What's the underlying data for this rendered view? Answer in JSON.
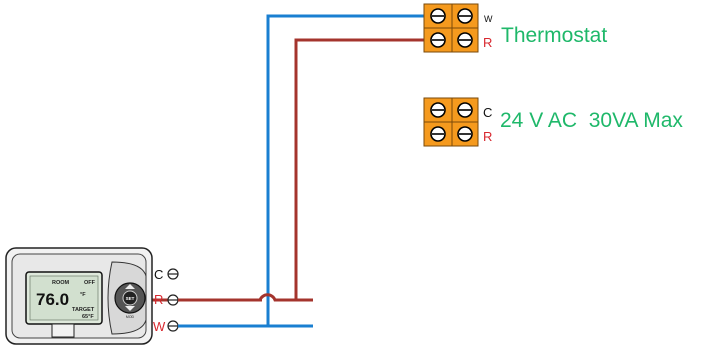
{
  "thermostat_block": {
    "label": "Thermostat",
    "terminals": [
      "W",
      "R"
    ]
  },
  "power_block": {
    "label": "24 V AC  30VA Max",
    "terminals": [
      "C",
      "R"
    ]
  },
  "device": {
    "display": {
      "room_label": "ROOM",
      "mode": "OFF",
      "temperature": "76.0",
      "unit": "°F",
      "target_label": "TARGET",
      "target_value": "65°F"
    },
    "buttons": {
      "center": "SET",
      "bottom": "MOD"
    },
    "terminals": [
      "C",
      "R",
      "W"
    ]
  },
  "colors": {
    "wire_w": "#1a7fd1",
    "wire_r": "#a4342d",
    "label_green": "#1fb86a",
    "terminal_r": "#d8282f",
    "block_orange": "#f59a1e"
  }
}
